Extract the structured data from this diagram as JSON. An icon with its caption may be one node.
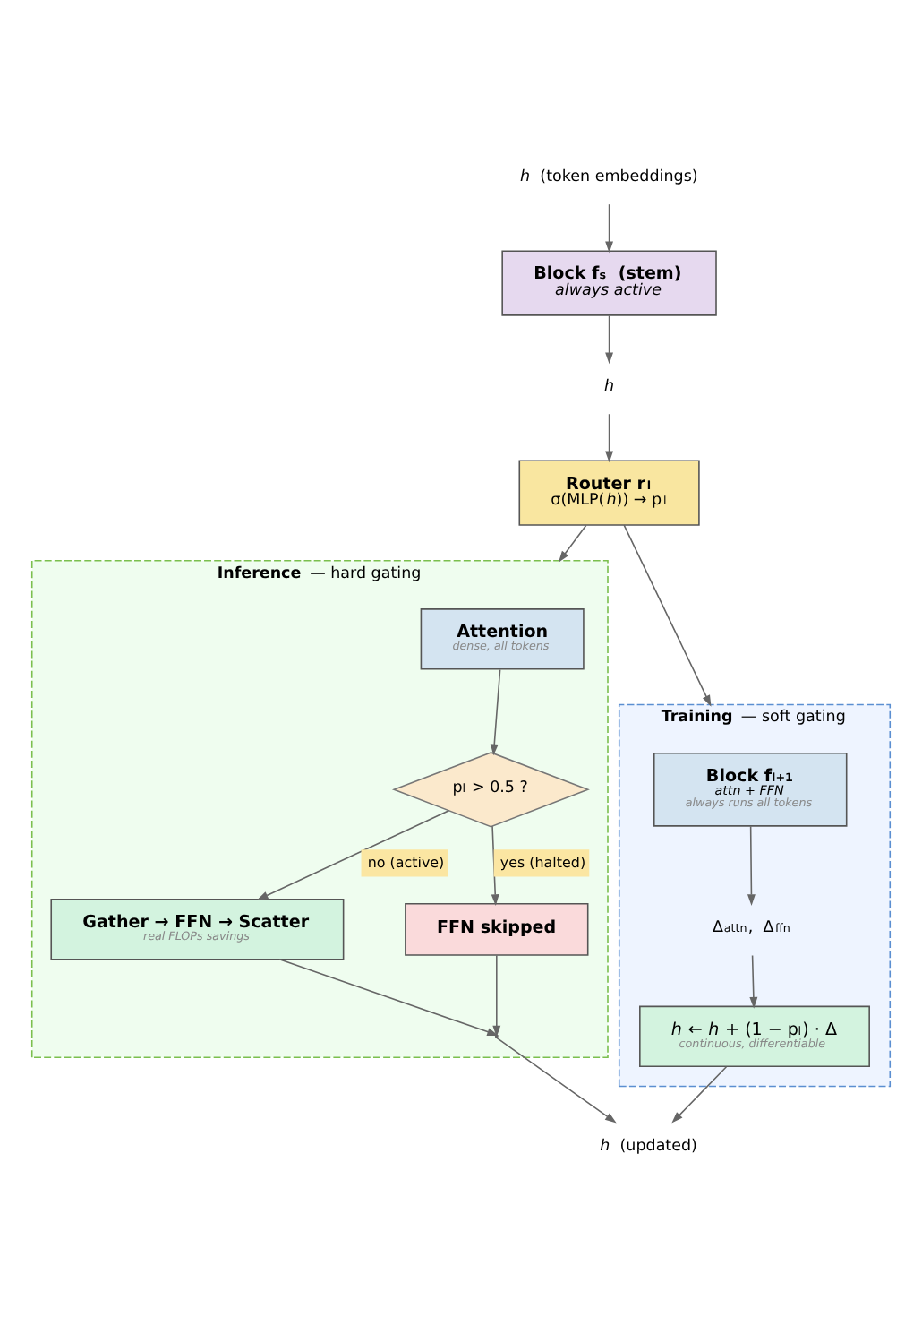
{
  "diagram": {
    "nodes": [
      {
        "text": [
          "*h*  (token embeddings)"
        ]
      },
      {
        "text": [
          "Block f$_{s}$  (stem)",
          "always active"
        ]
      },
      {
        "text": [
          "*h*"
        ]
      },
      {
        "text": [
          "Router r$_{l}$",
          "σ(MLP(*h*)) → p$_{l}$"
        ]
      },
      {
        "text": [
          "**Training**  — soft gating"
        ]
      },
      {
        "text": [
          "Block f$_{l+1}$",
          "attn + FFN",
          "always runs all tokens"
        ],
        "in": 4
      },
      {
        "text": [
          "Δ$^{attn}$,  Δ$^{ffn}$"
        ],
        "in": 4
      },
      {
        "text": [
          "*h* ← *h* + (1 − p$_{l}$) · Δ",
          "continuous, differentiable"
        ],
        "in": 4
      },
      {
        "text": [
          "**Inference**  — hard gating"
        ]
      },
      {
        "text": [
          "Attention",
          "dense, all tokens"
        ],
        "in": 8
      },
      {
        "text": [
          "p$_{l}$ > 0.5 ?"
        ],
        "in": 8
      },
      {
        "text": [
          "Gather → FFN → Scatter",
          "real FLOPs savings"
        ],
        "in": 8
      },
      {
        "text": [
          "FFN skipped"
        ],
        "in": 8
      },
      {
        "text": [],
        "shape": "point",
        "in": 8
      },
      {
        "text": [
          "*h*  (updated)"
        ]
      }
    ],
    "edges": [
      {
        "from": 0,
        "to": 1,
        "arrow": "to"
      },
      {
        "from": 1,
        "to": 2,
        "arrow": "to"
      },
      {
        "from": 2,
        "to": 3,
        "arrow": "to"
      },
      {
        "from": 3,
        "to": 4,
        "arrow": "to"
      },
      {
        "from": 3,
        "to": 8,
        "arrow": "to"
      },
      {
        "from": 5,
        "to": 6,
        "arrow": "to"
      },
      {
        "from": 6,
        "to": 7,
        "arrow": "to"
      },
      {
        "from": 9,
        "to": 10,
        "arrow": "to"
      },
      {
        "from": 10,
        "to": 11,
        "arrow": "to",
        "label": "no (active)"
      },
      {
        "from": 10,
        "to": 12,
        "arrow": "to",
        "label": "yes (halted)"
      },
      {
        "from": 11,
        "to": 13,
        "arrow": "to"
      },
      {
        "from": 12,
        "to": 13,
        "arrow": "to"
      },
      {
        "from": 13,
        "to": 14,
        "arrow": "to"
      },
      {
        "from": 7,
        "to": 14,
        "arrow": "to"
      }
    ]
  }
}
